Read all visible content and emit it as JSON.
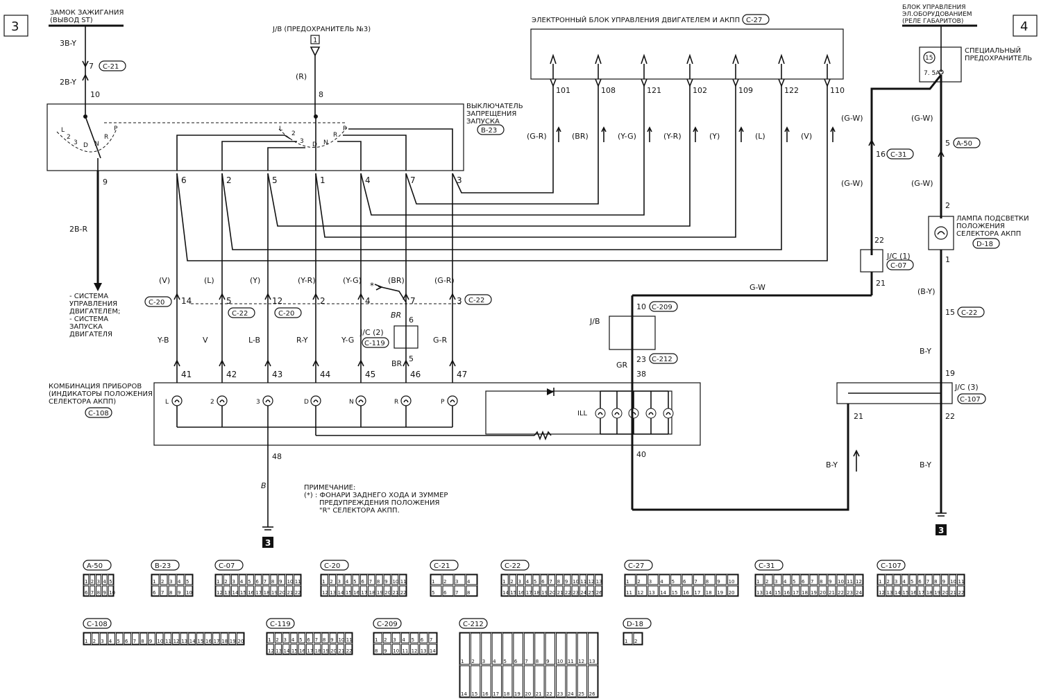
{
  "page_numbers": {
    "left": "3",
    "right": "4"
  },
  "ignition": {
    "title": "ЗАМОК ЗАЖИГАНИЯ",
    "subtitle": "(ВЫВОД ST)",
    "wire_top": "3B-Y",
    "pin_c21": "7",
    "conn_c21": "C-21",
    "wire_mid": "2B-Y",
    "pin_10": "10",
    "pin_9": "9",
    "wire_bottom": "2B-R"
  },
  "jb": {
    "label": "J/B (ПРЕДОХРАНИТЕЛЬ №3)",
    "fuse_no": "1",
    "wire": "(R)",
    "pin": "8"
  },
  "inhibitor": {
    "line1": "ВЫКЛЮЧАТЕЛЬ",
    "line2": "ЗАПРЕЩЕНИЯ",
    "line3": "ЗАПУСКА",
    "conn": "B-23",
    "positions_left": [
      "L",
      "2",
      "3",
      "D",
      "N",
      "R",
      "P"
    ],
    "positions_right": [
      "L",
      "2",
      "3",
      "D",
      "N",
      "R",
      "P"
    ],
    "pins": [
      "6",
      "2",
      "5",
      "1",
      "4",
      "7",
      "3"
    ]
  },
  "ecu": {
    "title": "ЭЛЕКТРОННЫЙ БЛОК УПРАВЛЕНИЯ ДВИГАТЕЛЕМ И АКПП",
    "conn": "C-27",
    "pins": [
      "101",
      "108",
      "121",
      "102",
      "109",
      "122",
      "110"
    ],
    "wires": [
      "(G-R)",
      "(BR)",
      "(Y-G)",
      "(Y-R)",
      "(Y)",
      "(L)",
      "(V)"
    ]
  },
  "engine_system": {
    "lines": [
      "- СИСТЕМА",
      "УПРАВЛЕНИЯ",
      "ДВИГАТЕЛЕМ;",
      "- СИСТЕМА",
      "ЗАПУСКА",
      "ДВИГАТЕЛЯ"
    ]
  },
  "mid_wires": {
    "labels": [
      "(V)",
      "(L)",
      "(Y)",
      "(Y-R)",
      "(Y-G)",
      "(BR)",
      "(G-R)"
    ],
    "pins": [
      "14",
      "5",
      "12",
      "2",
      "4",
      "7",
      "3"
    ],
    "conn_c20_a": "C-20",
    "conn_c22_a": "C-22",
    "conn_c20_b": "C-20",
    "conn_c22_b": "C-22",
    "star": "*"
  },
  "jc2": {
    "label": "J/C (2)",
    "conn": "C-119",
    "pin_top": "6",
    "pin_bottom": "5",
    "wire_top": "BR",
    "wire_bottom": "BR"
  },
  "lower_wires": {
    "labels": [
      "Y-B",
      "V",
      "L-B",
      "R-Y",
      "Y-G",
      "",
      "G-R"
    ]
  },
  "cluster": {
    "line1": "КОМБИНАЦИЯ ПРИБОРОВ",
    "line2": "(ИНДИКАТОРЫ ПОЛОЖЕНИЯ",
    "line3": "СЕЛЕКТОРА АКПП)",
    "conn": "C-108",
    "pins": [
      "41",
      "42",
      "43",
      "44",
      "45",
      "46",
      "47"
    ],
    "lamps": [
      "L",
      "2",
      "3",
      "D",
      "N",
      "R",
      "P"
    ],
    "ill": "ILL",
    "pin_38": "38",
    "pin_48": "48",
    "pin_40": "40",
    "ground_wire": "B"
  },
  "jb2": {
    "label": "J/B",
    "pin_top": "10",
    "conn_top": "C-209",
    "pin_bottom": "23",
    "conn_bottom": "C-212",
    "wire": "GR"
  },
  "gw_wire": {
    "label": "G-W"
  },
  "etacs": {
    "line1": "БЛОК УПРАВЛЕНИЯ",
    "line2": "ЭЛ.ОБОРУДОВАНИЕМ",
    "line3": "(РЕЛЕ ГАБАРИТОВ)"
  },
  "special_fuse": {
    "line1": "СПЕЦИАЛЬНЫЙ",
    "line2": "ПРЕДОХРАНИТЕЛЬ",
    "fuse_no": "15",
    "rating": "7. 5A"
  },
  "right_chain": {
    "wire1": "(G-W)",
    "wire2": "(G-W)",
    "wire3": "(G-W)",
    "wire4": "(G-W)",
    "pin_16": "16",
    "conn_c31": "C-31",
    "pin_5": "5",
    "conn_a50": "A-50",
    "pin_2": "2",
    "pin_1": "1",
    "pin_22": "22",
    "pin_21": "21",
    "pin_15": "15",
    "conn_c22": "C-22",
    "wire_by1": "(B-Y)",
    "wire_by2": "B-Y",
    "pin_19": "19",
    "pin_21b": "21",
    "pin_22b": "22",
    "wire_by3": "B-Y",
    "wire_by4": "B-Y"
  },
  "lamp_selector": {
    "line1": "ЛАМПА ПОДСВЕТКИ",
    "line2": "ПОЛОЖЕНИЯ",
    "line3": "СЕЛЕКТОРА АКПП",
    "conn": "D-18"
  },
  "jc1": {
    "label": "J/C (1)",
    "conn": "C-07"
  },
  "jc3": {
    "label": "J/C (3)",
    "conn": "C-107"
  },
  "ground_left": "3",
  "ground_right": "3",
  "note": {
    "title": "ПРИМЕЧАНИЕ:",
    "line1": "(*) : ФОНАРИ ЗАДНЕГО ХОДА И ЗУММЕР",
    "line2": "ПРЕДУПРЕЖДЕНИЯ ПОЛОЖЕНИЯ",
    "line3": "\"R\" СЕЛЕКТОРА АКПП."
  },
  "connectors": {
    "row1": [
      "A-50",
      "B-23",
      "C-07",
      "C-20",
      "C-21",
      "C-22",
      "C-27",
      "C-31",
      "C-107"
    ],
    "row2": [
      "C-108",
      "C-119",
      "C-209",
      "C-212",
      "D-18"
    ]
  }
}
